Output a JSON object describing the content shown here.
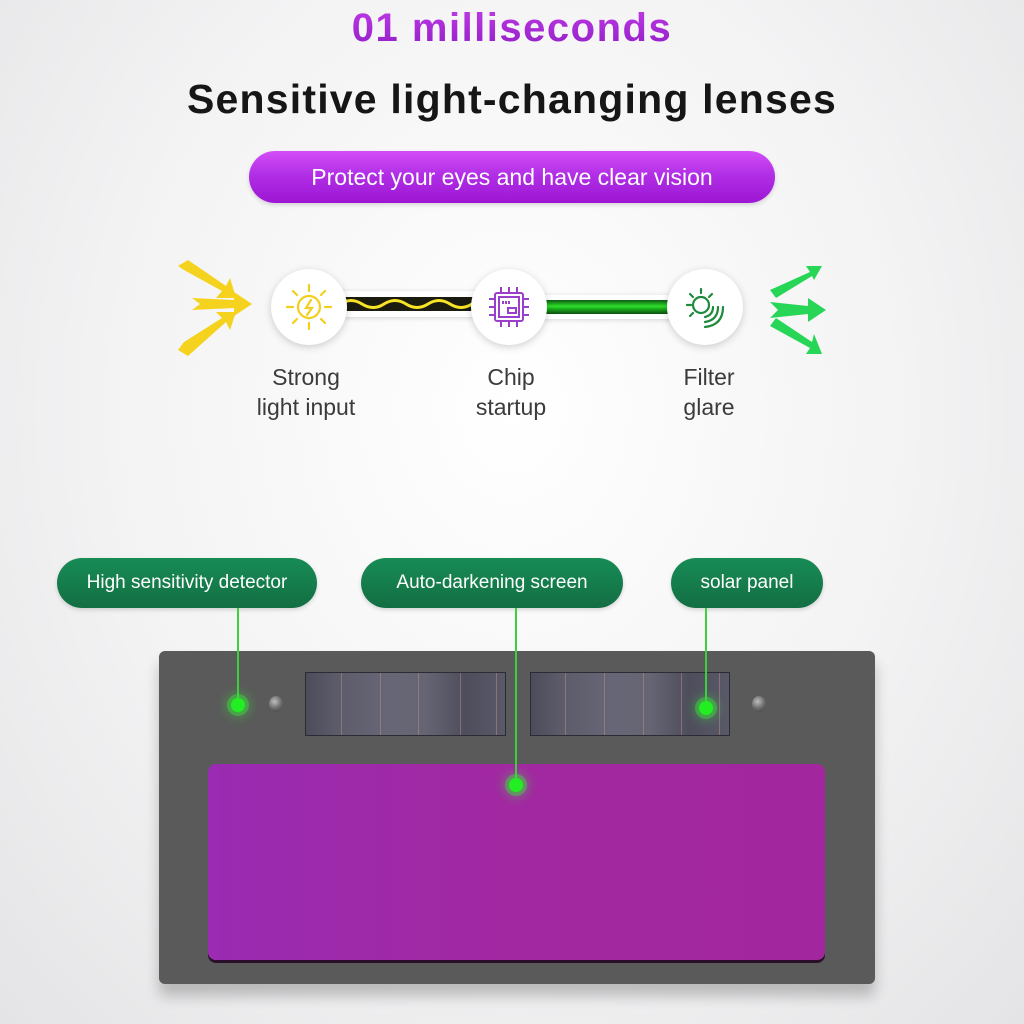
{
  "header": {
    "headline": "01 milliseconds",
    "title": "Sensitive light-changing lenses",
    "subtitle_pill": "Protect your eyes and have clear vision"
  },
  "process": {
    "steps": [
      {
        "icon": "sun-bolt-icon",
        "line1": "Strong",
        "line2": "light input",
        "color": "#f2cf1c"
      },
      {
        "icon": "chip-icon",
        "line1": "Chip",
        "line2": "startup",
        "color": "#9a3fc9"
      },
      {
        "icon": "filter-glare-icon",
        "line1": "Filter",
        "line2": "glare",
        "color": "#1f8a3e"
      }
    ],
    "input_arrows_color": "#f5d21e",
    "output_arrows_color": "#28d657"
  },
  "callouts": [
    {
      "label": "High sensitivity detector"
    },
    {
      "label": "Auto-darkening screen"
    },
    {
      "label": "solar panel"
    }
  ],
  "colors": {
    "accent_purple": "#a524d6",
    "tag_green": "#147a4a",
    "panel_gray": "#5a5a5a",
    "screen_purple": "#a228a1"
  }
}
